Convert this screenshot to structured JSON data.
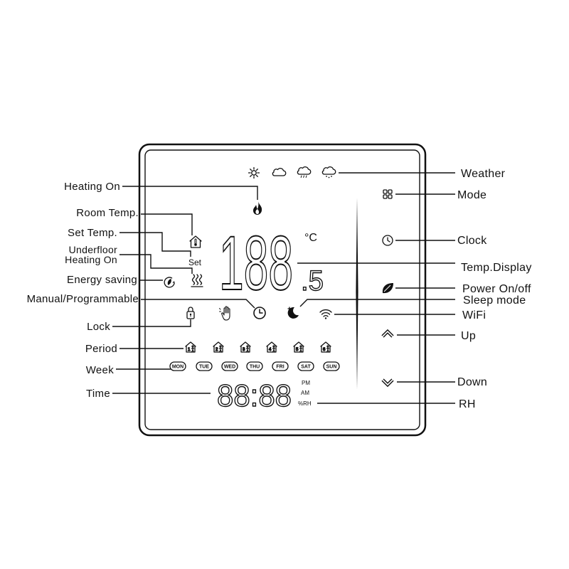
{
  "labels_left": {
    "heating_on": "Heating On",
    "room_temp": "Room Temp.",
    "set_temp": "Set Temp.",
    "underfloor_heating_on": [
      "Underfloor",
      "Heating On"
    ],
    "energy_saving": "Energy saving",
    "manual_programmable": "Manual/Programmable",
    "lock": "Lock",
    "period": "Period",
    "week": "Week",
    "time": "Time"
  },
  "labels_right": {
    "weather": "Weather",
    "mode": "Mode",
    "clock": "Clock",
    "temp_display": "Temp.Display",
    "power": "Power On/off",
    "sleep_mode": "Sleep mode",
    "wifi": "WiFi",
    "up": "Up",
    "down": "Down",
    "rh": "RH"
  },
  "display": {
    "temperature_digits": "188",
    "temperature_decimal": ".5",
    "temperature_unit": "°C",
    "set_indicator": "Set",
    "time_digits": "88:88",
    "pm": "PM",
    "am": "AM",
    "humidity_unit": "%RH",
    "week_days": [
      "MON",
      "TUE",
      "WED",
      "THU",
      "FRI",
      "SAT",
      "SUN"
    ],
    "periods": [
      "1",
      "2",
      "3",
      "4",
      "5",
      "6"
    ]
  },
  "icons": {
    "weather": [
      "sun-icon",
      "cloud-icon",
      "rain-cloud-icon",
      "snow-cloud-icon"
    ],
    "keys": [
      "mode-icon",
      "clock-icon",
      "leaf-power-icon",
      "chevron-up-icon",
      "chevron-down-icon"
    ],
    "status": [
      "flame-icon",
      "house-thermometer-icon",
      "floor-heating-icon",
      "energy-saving-icon",
      "hand-icon",
      "program-clock-icon",
      "moon-icon",
      "wifi-icon",
      "lock-icon"
    ]
  },
  "colors": {
    "ink": "#111111",
    "background": "#ffffff"
  }
}
